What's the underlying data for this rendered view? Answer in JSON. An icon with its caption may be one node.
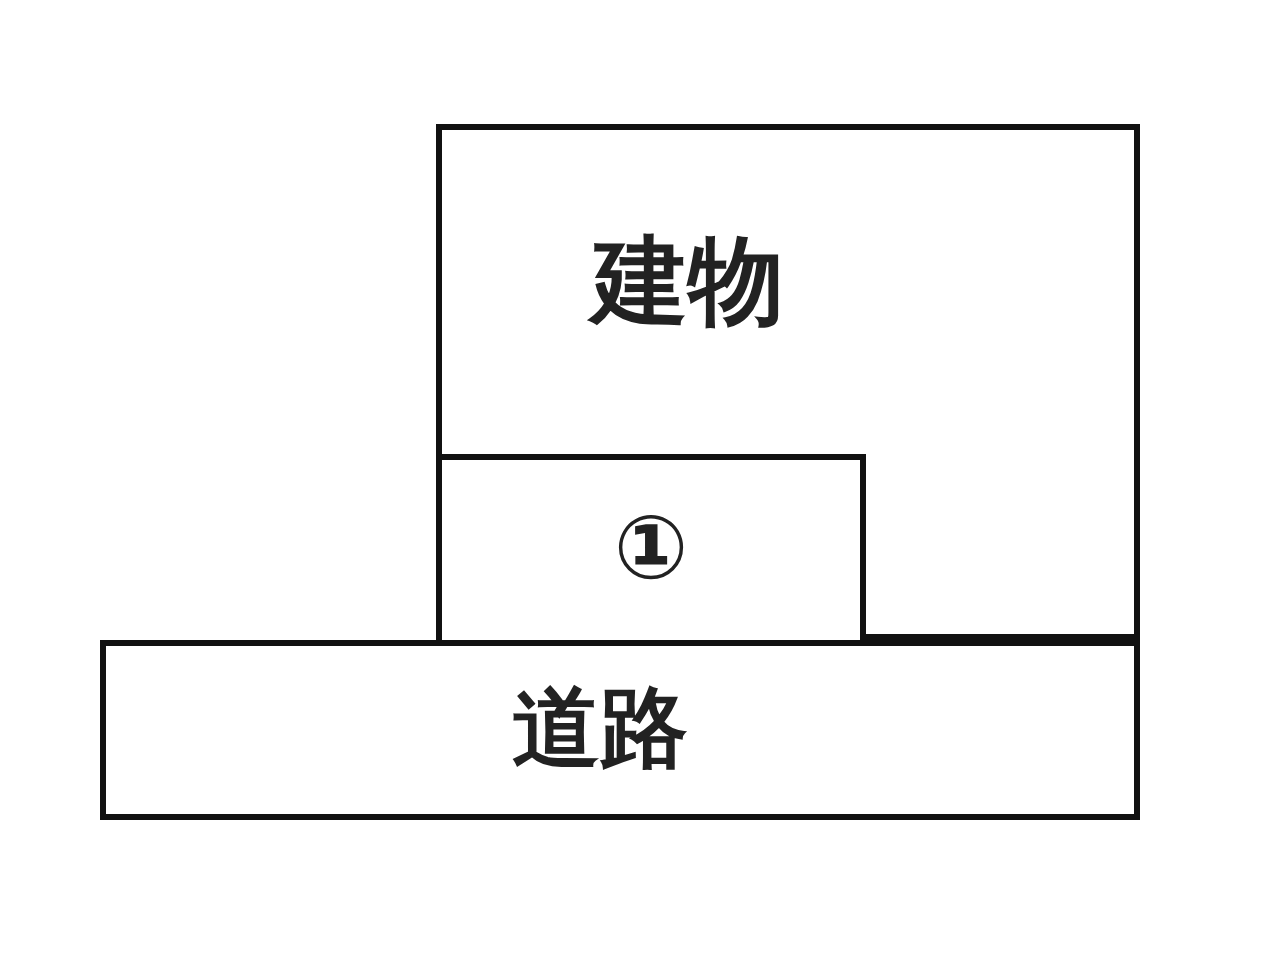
{
  "diagram": {
    "nodes": [
      {
        "text": [
          "建物"
        ]
      },
      {
        "text": [
          "①"
        ],
        "in": 0
      },
      {
        "text": [
          "道路"
        ]
      }
    ]
  }
}
